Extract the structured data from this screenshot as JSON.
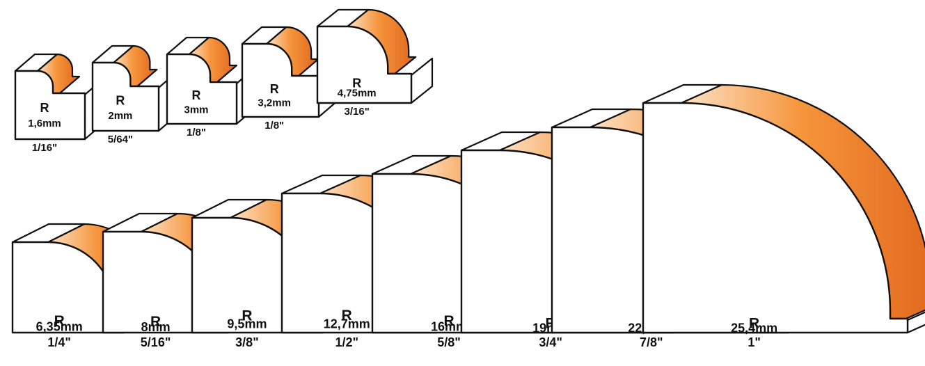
{
  "symbol": "R",
  "colors": {
    "profile_light": "#fde2c6",
    "profile_mid": "#f5953c",
    "profile_dark": "#e0651a",
    "outline": "#111111",
    "block": "#ffffff"
  },
  "profiles": [
    {
      "mm": "1,6mm",
      "inch": "1/16\""
    },
    {
      "mm": "2mm",
      "inch": "5/64\""
    },
    {
      "mm": "3mm",
      "inch": "1/8\""
    },
    {
      "mm": "3,2mm",
      "inch": "1/8\""
    },
    {
      "mm": "4,75mm",
      "inch": "3/16\""
    },
    {
      "mm": "6,35mm",
      "inch": "1/4\""
    },
    {
      "mm": "8mm",
      "inch": "5/16\""
    },
    {
      "mm": "9,5mm",
      "inch": "3/8\""
    },
    {
      "mm": "12,7mm",
      "inch": "1/2\""
    },
    {
      "mm": "16mm",
      "inch": "5/8\""
    },
    {
      "mm": "19mm",
      "inch": "3/4\""
    },
    {
      "mm": "22,2mm",
      "inch": "7/8\""
    },
    {
      "mm": "25,4mm",
      "inch": "1\""
    }
  ]
}
